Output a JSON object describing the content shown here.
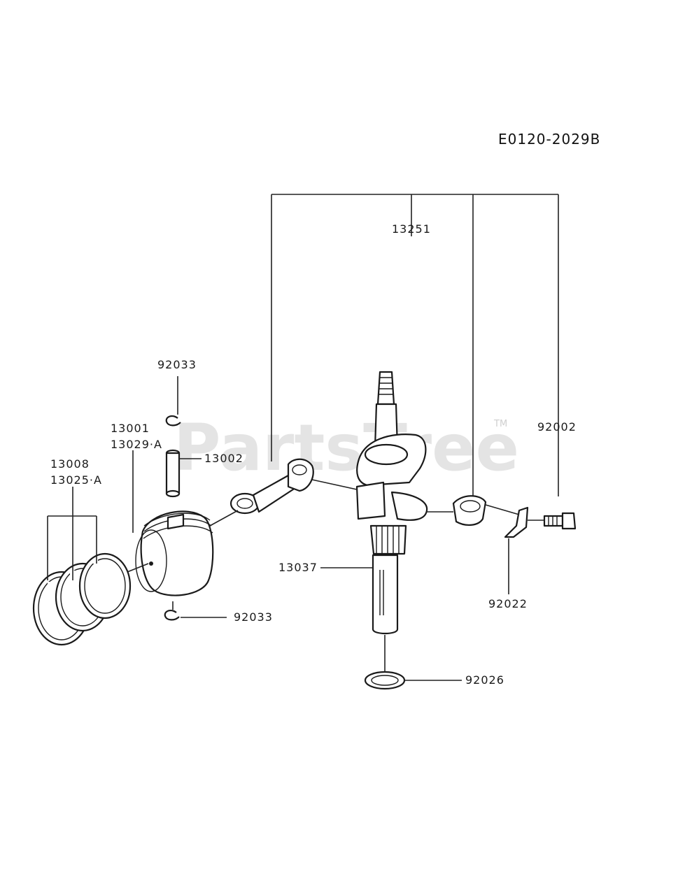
{
  "diagram_code": "E0120-2029B",
  "watermark": "PartsTree",
  "watermark_tm": "TM",
  "parts": {
    "p13251": "13251",
    "p92033_top": "92033",
    "p13001": "13001",
    "p13029a": "13029·A",
    "p13002": "13002",
    "p13008": "13008",
    "p13025a": "13025·A",
    "p92002": "92002",
    "p13037": "13037",
    "p92033_bottom": "92033",
    "p92022": "92022",
    "p92026": "92026"
  }
}
